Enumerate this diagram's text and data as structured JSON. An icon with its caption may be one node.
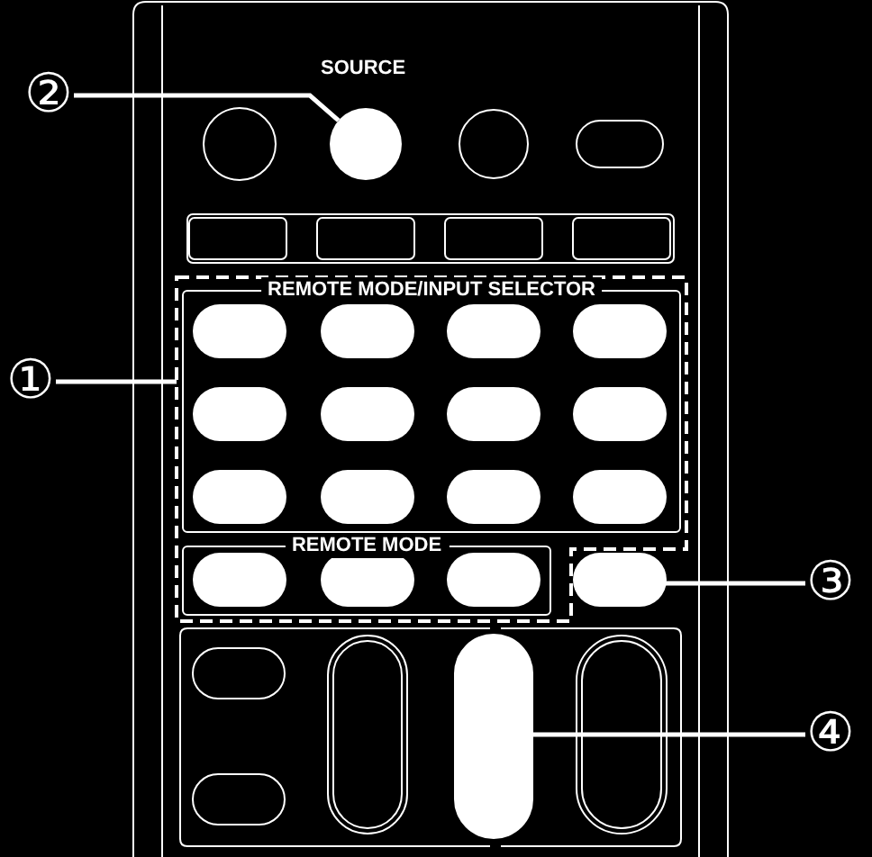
{
  "diagram": {
    "nodes": [
      {
        "text": [
          "①"
        ]
      },
      {
        "text": [
          "②"
        ]
      },
      {
        "text": [
          "③"
        ]
      },
      {
        "text": [
          "④"
        ]
      },
      {
        "text": [],
        "shape": "circle",
        "beside": [
          "SOURCE"
        ]
      },
      {
        "text": [],
        "shape": "box"
      },
      {
        "text": [
          "REMOTE MODE/INPUT SELECTOR"
        ],
        "in": 5
      },
      {
        "text": [
          "REMOTE MODE"
        ],
        "in": 5
      },
      {
        "text": [],
        "shape": "oval"
      },
      {
        "text": [],
        "shape": "oval"
      }
    ],
    "edges": [
      {
        "from": 1,
        "to": 4,
        "arrow": "none"
      },
      {
        "from": 0,
        "to": 5,
        "arrow": "none"
      },
      {
        "from": 2,
        "to": 8,
        "arrow": "none"
      },
      {
        "from": 3,
        "to": 9,
        "arrow": "none"
      }
    ]
  }
}
